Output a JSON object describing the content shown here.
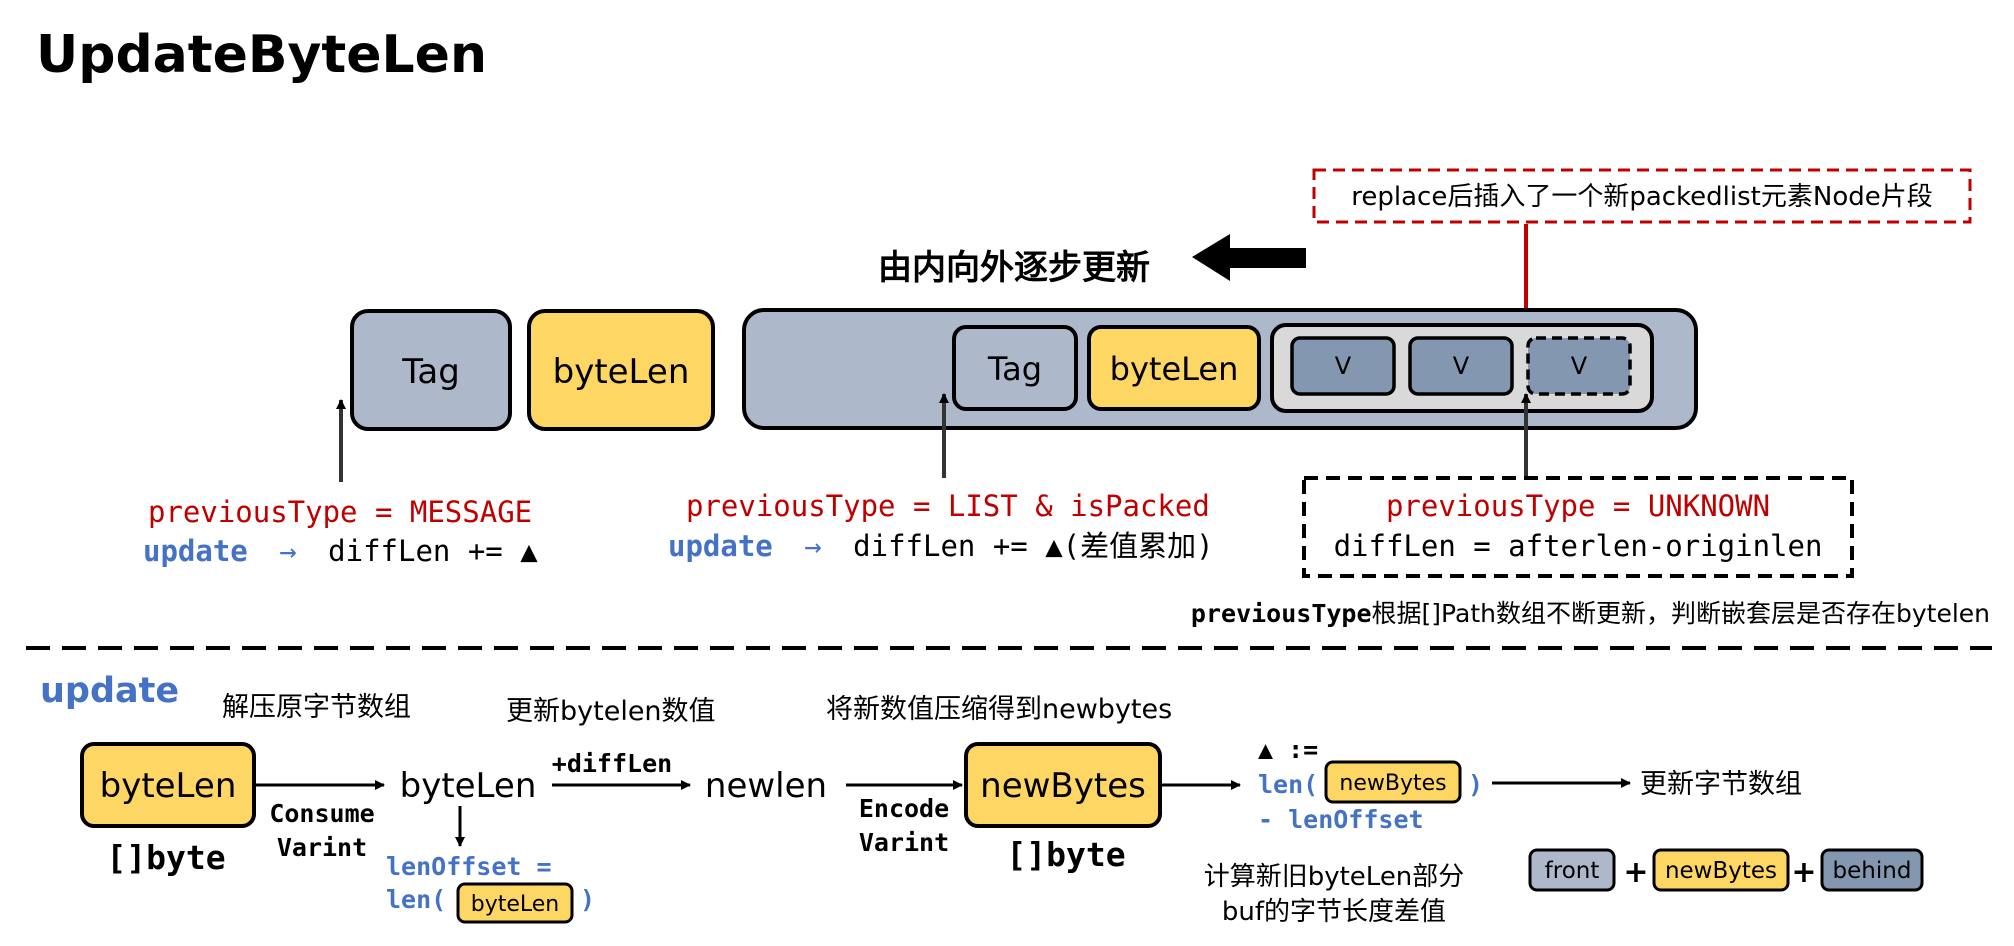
{
  "title": "UpdateByteLen",
  "top": {
    "direction_label": "由内向外逐步更新",
    "replace_note": "replace后插入了一个新packedlist元素Node片段",
    "outer": {
      "tag": "Tag",
      "bytelen": "byteLen"
    },
    "inner": {
      "tag": "Tag",
      "bytelen": "byteLen",
      "v1": "V",
      "v2": "V",
      "v3": "V"
    },
    "notes": {
      "message": {
        "type": "previousType = MESSAGE",
        "update_kw": "update",
        "arrow": "→",
        "expr": "diffLen += ▲"
      },
      "list": {
        "type": "previousType = LIST & isPacked",
        "update_kw": "update",
        "arrow": "→",
        "expr": "diffLen += ▲(差值累加)"
      },
      "unknown": {
        "type": "previousType = UNKNOWN",
        "expr": "diffLen = afterlen-originlen"
      }
    },
    "path_note_bold": "previousType",
    "path_note_rest": "根据[]Path数组不断更新，判断嵌套层是否存在bytelen"
  },
  "bottom": {
    "section_label": "update",
    "step1_label": "解压原字节数组",
    "step2_label": "更新bytelen数值",
    "step3_label": "将新数值压缩得到newbytes",
    "bytelen_box": "byteLen",
    "bytelen_type": "[]byte",
    "consume_line1": "Consume",
    "consume_line2": "Varint",
    "bytelen_val": "byteLen",
    "lenoffset_line1": "lenOffset =",
    "lenoffset_len": "len(",
    "lenoffset_box": "byteLen",
    "lenoffset_close": ")",
    "diff_label": "+diffLen",
    "newlen": "newlen",
    "encode_line1": "Encode",
    "encode_line2": "Varint",
    "newbytes_box": "newBytes",
    "newbytes_type": "[]byte",
    "delta_def": "▲ :=",
    "delta_len": "len(",
    "delta_box": "newBytes",
    "delta_close": ")",
    "delta_minus": "- lenOffset",
    "update_result": "更新字节数组",
    "calc_line1": "计算新旧byteLen部分",
    "calc_line2": "buf的字节长度差值",
    "front": "front",
    "plus1": "+",
    "newbytes_small": "newBytes",
    "plus2": "+",
    "behind": "behind"
  },
  "colors": {
    "yellow": "#fdd663",
    "gray_blue": "#adb9ca",
    "v_box": "#8497b0",
    "light_gray": "#d9d9d9",
    "red": "#c00000",
    "blue": "#4472c4"
  }
}
